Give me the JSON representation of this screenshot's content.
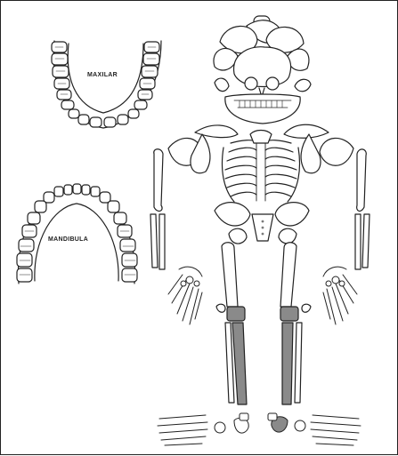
{
  "labels": {
    "maxilar": "MAXILAR",
    "mandibula": "MANDIBULA"
  },
  "colors": {
    "line": "#222222",
    "shaded_bone": "#8a8a8a",
    "background": "#ffffff"
  },
  "shaded_bones": [
    "right-femur-distal-end",
    "left-femur-distal-end",
    "right-tibia",
    "left-tibia",
    "left-calcaneus"
  ]
}
